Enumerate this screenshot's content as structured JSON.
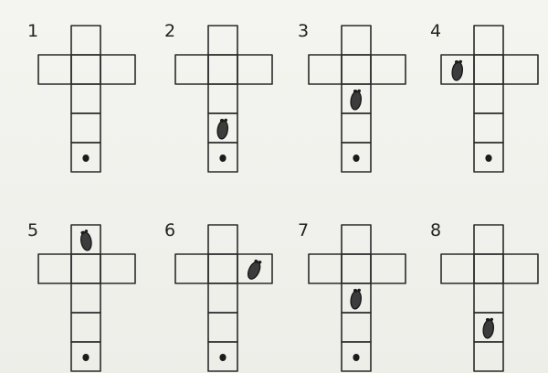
{
  "panels": [
    {
      "label": "1",
      "foot": null,
      "dot": true
    },
    {
      "label": "2",
      "foot": "row3",
      "dot": true
    },
    {
      "label": "3",
      "foot": "row2",
      "dot": true
    },
    {
      "label": "4",
      "foot": "arm-left",
      "dot": true
    },
    {
      "label": "5",
      "foot": "top",
      "dot": true
    },
    {
      "label": "6",
      "foot": "arm-right",
      "dot": true
    },
    {
      "label": "7",
      "foot": "row2",
      "dot": true
    },
    {
      "label": "8",
      "foot": "row3",
      "dot": false
    }
  ],
  "colors": {
    "ink": "#2a2a2a",
    "paper": "#f2f2ee",
    "footprint": "#3c3c3c"
  },
  "icons": {
    "marker": "dot-icon",
    "footprint": "footprint-icon"
  }
}
